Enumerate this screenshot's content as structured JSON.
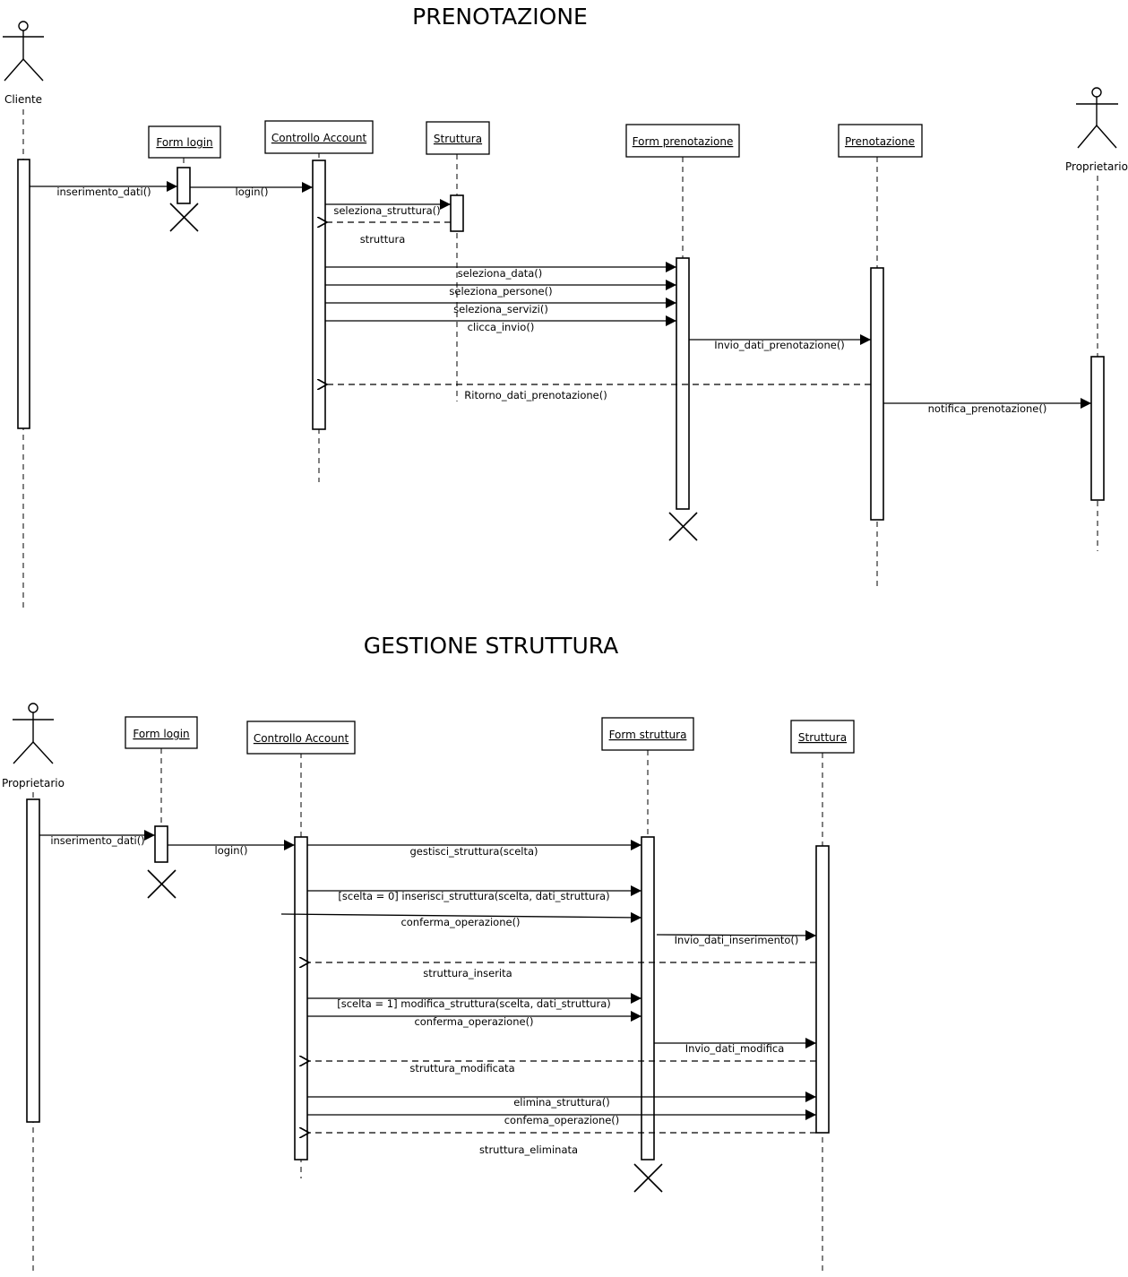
{
  "diagrams": [
    {
      "title": "PRENOTAZIONE",
      "actors": [
        "Cliente",
        "Proprietario"
      ],
      "objects": [
        "Form login",
        "Controllo Account",
        "Struttura",
        "Form prenotazione",
        "Prenotazione"
      ],
      "messages": [
        "inserimento_dati()",
        "login()",
        "seleziona_struttura()",
        "struttura",
        "seleziona_data()",
        "seleziona_persone()",
        "seleziona_servizi()",
        "clicca_invio()",
        "Invio_dati_prenotazione()",
        "Ritorno_dati_prenotazione()",
        "notifica_prenotazione()"
      ]
    },
    {
      "title": "GESTIONE STRUTTURA",
      "actors": [
        "Proprietario"
      ],
      "objects": [
        "Form login",
        "Controllo Account",
        "Form struttura",
        "Struttura"
      ],
      "messages": [
        "inserimento_dati()",
        "login()",
        "gestisci_struttura(scelta)",
        "[scelta = 0] inserisci_struttura(scelta, dati_struttura)",
        "conferma_operazione()",
        "Invio_dati_inserimento()",
        "struttura_inserita",
        "[scelta = 1] modifica_struttura(scelta, dati_struttura)",
        "conferma_operazione()",
        "Invio_dati_modifica",
        "struttura_modificata",
        "elimina_struttura()",
        "confema_operazione()",
        "struttura_eliminata"
      ]
    }
  ]
}
